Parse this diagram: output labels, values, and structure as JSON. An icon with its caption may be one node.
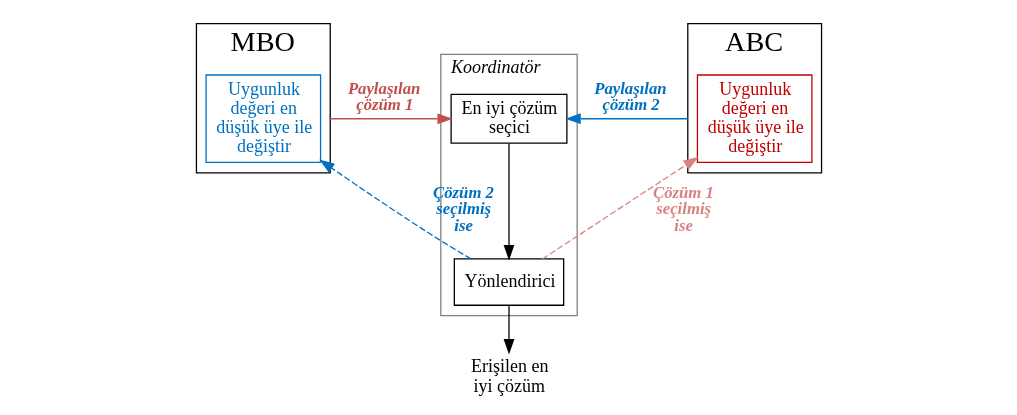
{
  "diagram": {
    "nodes": [
      {
        "text": [
          "MBO"
        ]
      },
      {
        "text": [
          "Uygunluk değeri en düşük üye ile değiştir"
        ],
        "in": 0
      },
      {
        "text": [
          "Koordinatör"
        ]
      },
      {
        "text": [
          "En iyi çözüm seçici"
        ],
        "in": 2
      },
      {
        "text": [
          "Yönlendirici"
        ],
        "in": 2
      },
      {
        "text": [
          "ABC"
        ]
      },
      {
        "text": [
          "Uygunluk değeri en düşük üye ile değiştir"
        ],
        "in": 5
      },
      {
        "text": [
          "Erişilen en iyi çözüm"
        ]
      }
    ],
    "edges": [
      {
        "from": 0,
        "to": 3,
        "arrow": "to",
        "label": "Paylaşılan çözüm 1",
        "color": "#c0504d"
      },
      {
        "from": 5,
        "to": 3,
        "arrow": "to",
        "label": "Paylaşılan çözüm 2",
        "color": "#0070c0"
      },
      {
        "from": 3,
        "to": 4,
        "arrow": "to",
        "color": "#000000"
      },
      {
        "from": 4,
        "to": 1,
        "arrow": "to",
        "label": "Çözüm 2 seçilmiş ise",
        "style": "dashed",
        "color": "#0070c0"
      },
      {
        "from": 4,
        "to": 6,
        "arrow": "to",
        "label": "Çözüm 1 seçilmiş ise",
        "style": "dashed",
        "color": "#d9827f"
      },
      {
        "from": 4,
        "to": 7,
        "arrow": "to",
        "color": "#000000"
      }
    ]
  }
}
